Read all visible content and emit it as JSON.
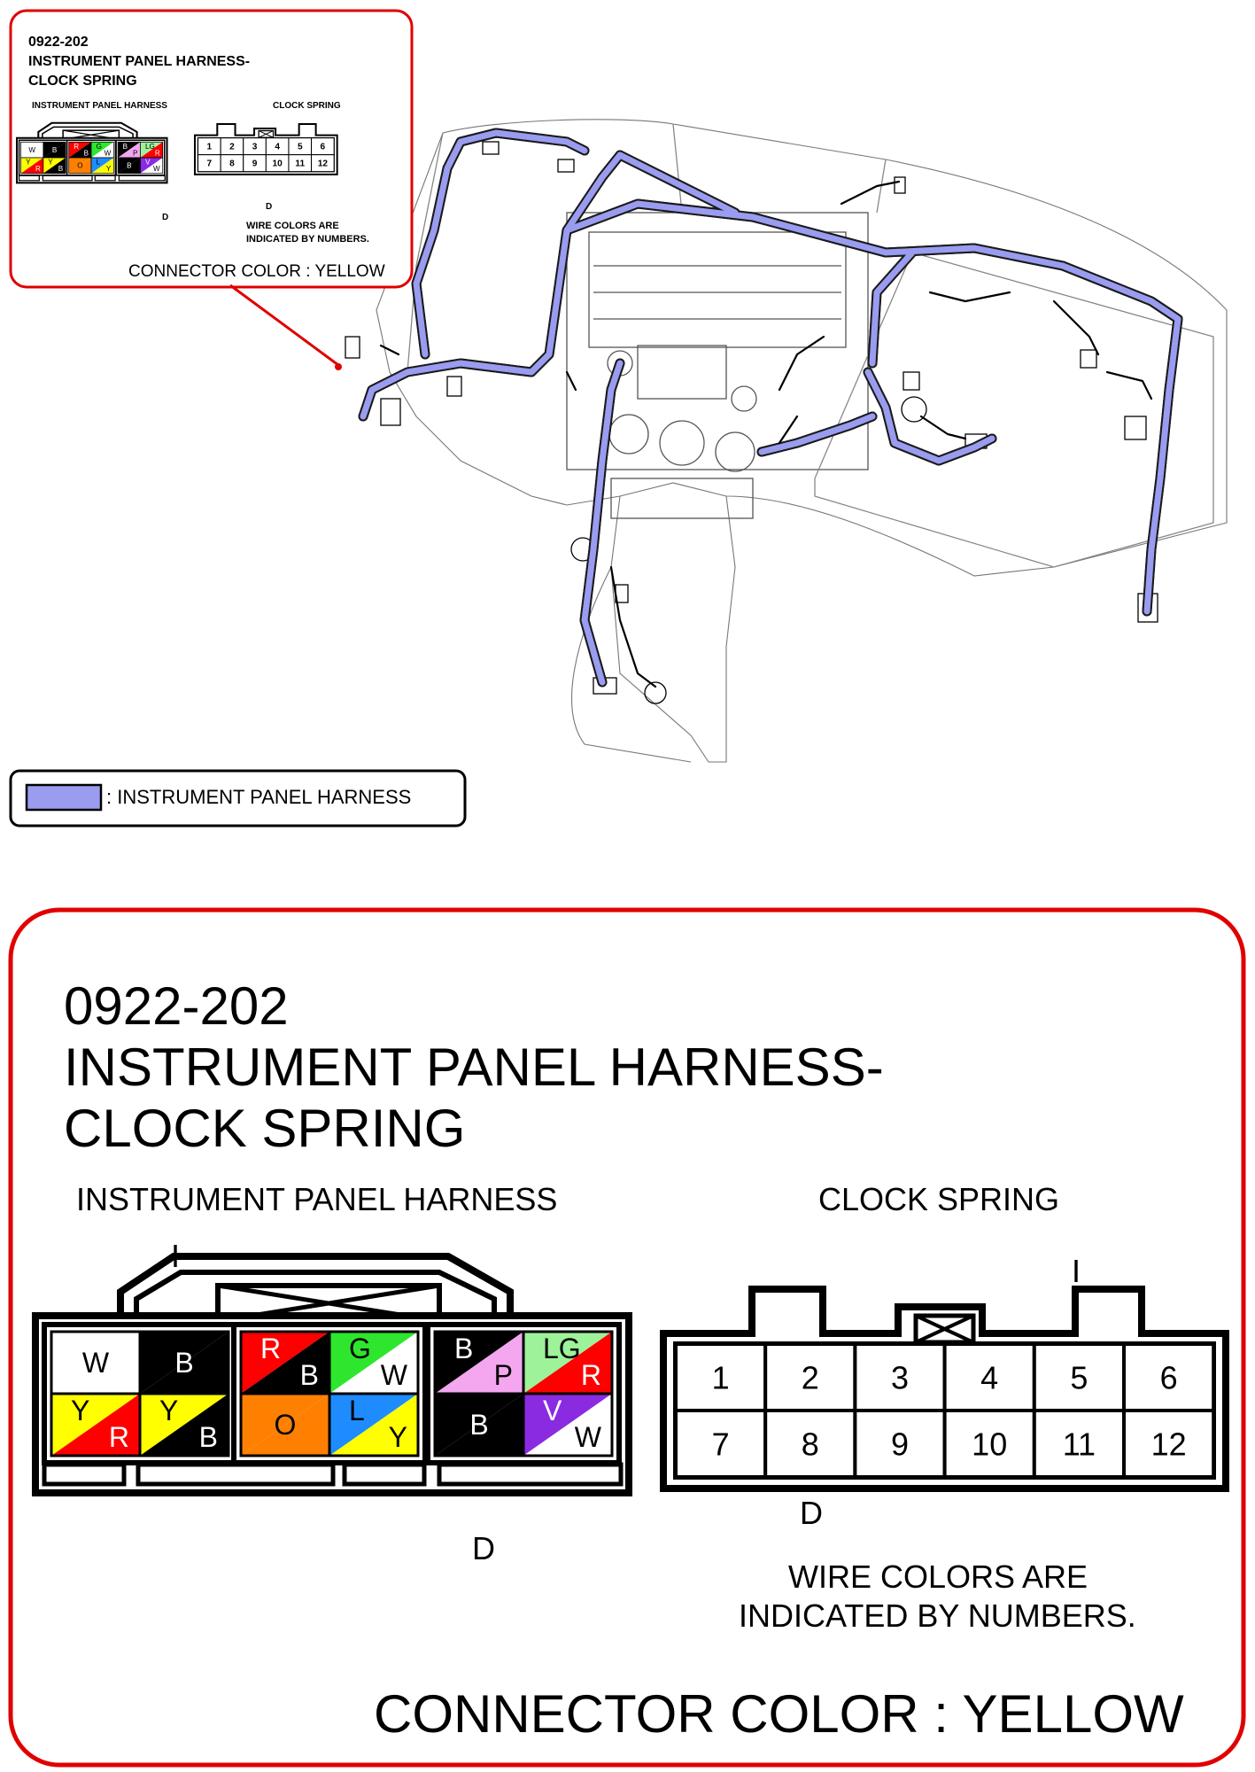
{
  "connector": {
    "code": "0922-202",
    "title_line1": "INSTRUMENT PANEL HARNESS-",
    "title_line2": "CLOCK SPRING",
    "left_label": "INSTRUMENT PANEL HARNESS",
    "right_label": "CLOCK SPRING",
    "marker_i": "I",
    "marker_d": "D",
    "note_line1": "WIRE COLORS ARE",
    "note_line2": "INDICATED BY NUMBERS.",
    "connector_color": "CONNECTOR COLOR : YELLOW"
  },
  "legend": {
    "text": ": INSTRUMENT PANEL HARNESS",
    "swatch_color": "#9a9cf0"
  },
  "harness_pins": [
    {
      "a": "W",
      "b": "",
      "c1": "#ffffff",
      "c2": "#ffffff"
    },
    {
      "a": "B",
      "b": "",
      "c1": "#000000",
      "c2": "#000000"
    },
    {
      "a": "R",
      "b": "B",
      "c1": "#ff0000",
      "c2": "#000000"
    },
    {
      "a": "G",
      "b": "W",
      "c1": "#2ee62e",
      "c2": "#ffffff"
    },
    {
      "a": "B",
      "b": "P",
      "c1": "#000000",
      "c2": "#f4a6ef"
    },
    {
      "a": "LG",
      "b": "R",
      "c1": "#9ef29a",
      "c2": "#ff0000"
    },
    {
      "a": "Y",
      "b": "R",
      "c1": "#ffff00",
      "c2": "#ff0000"
    },
    {
      "a": "Y",
      "b": "B",
      "c1": "#ffff00",
      "c2": "#000000"
    },
    {
      "a": "O",
      "b": "",
      "c1": "#ff8000",
      "c2": "#ff8000"
    },
    {
      "a": "L",
      "b": "Y",
      "c1": "#1e8cff",
      "c2": "#ffff00"
    },
    {
      "a": "B",
      "b": "",
      "c1": "#000000",
      "c2": "#000000"
    },
    {
      "a": "V",
      "b": "W",
      "c1": "#8a2be2",
      "c2": "#ffffff"
    }
  ],
  "clock_pins": [
    "1",
    "2",
    "3",
    "4",
    "5",
    "6",
    "7",
    "8",
    "9",
    "10",
    "11",
    "12"
  ],
  "colors": {
    "frame_red": "#e00000",
    "harness_blue": "#9a9cf0"
  }
}
